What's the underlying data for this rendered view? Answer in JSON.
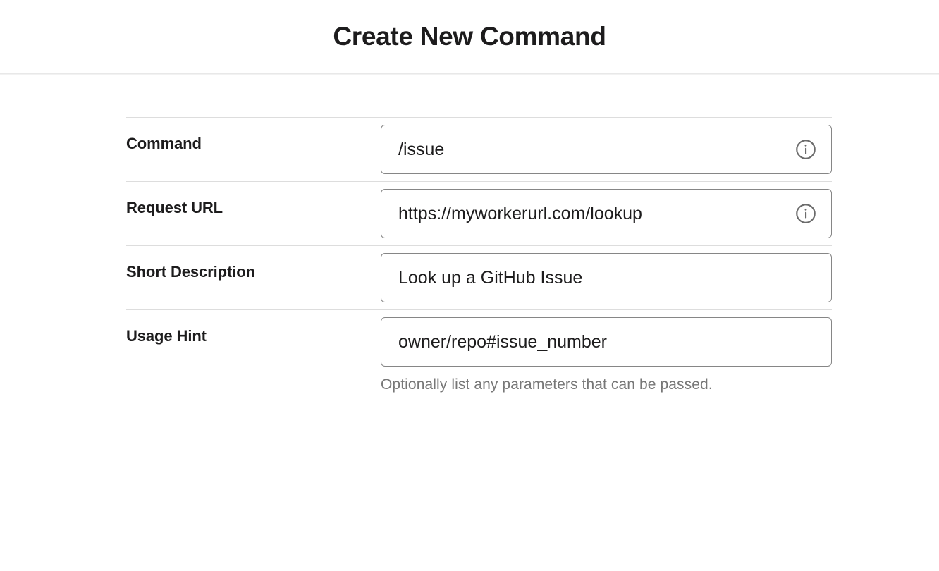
{
  "header": {
    "title": "Create New Command"
  },
  "form": {
    "rows": [
      {
        "label": "Command",
        "value": "/issue",
        "placeholder": "",
        "has_info_icon": true,
        "info_icon": "info-circle-icon",
        "helper": ""
      },
      {
        "label": "Request URL",
        "value": "https://myworkerurl.com/lookup",
        "placeholder": "",
        "has_info_icon": true,
        "info_icon": "info-circle-icon",
        "helper": ""
      },
      {
        "label": "Short Description",
        "value": "Look up a GitHub Issue",
        "placeholder": "",
        "has_info_icon": false,
        "info_icon": "",
        "helper": ""
      },
      {
        "label": "Usage Hint",
        "value": "owner/repo#issue_number",
        "placeholder": "",
        "has_info_icon": false,
        "info_icon": "",
        "helper": "Optionally list any parameters that can be passed."
      }
    ]
  },
  "colors": {
    "text": "#1d1c1d",
    "helper_text": "#777777",
    "input_border": "#868686",
    "divider": "#dddddd",
    "icon": "#6b6b6b",
    "background": "#ffffff"
  }
}
